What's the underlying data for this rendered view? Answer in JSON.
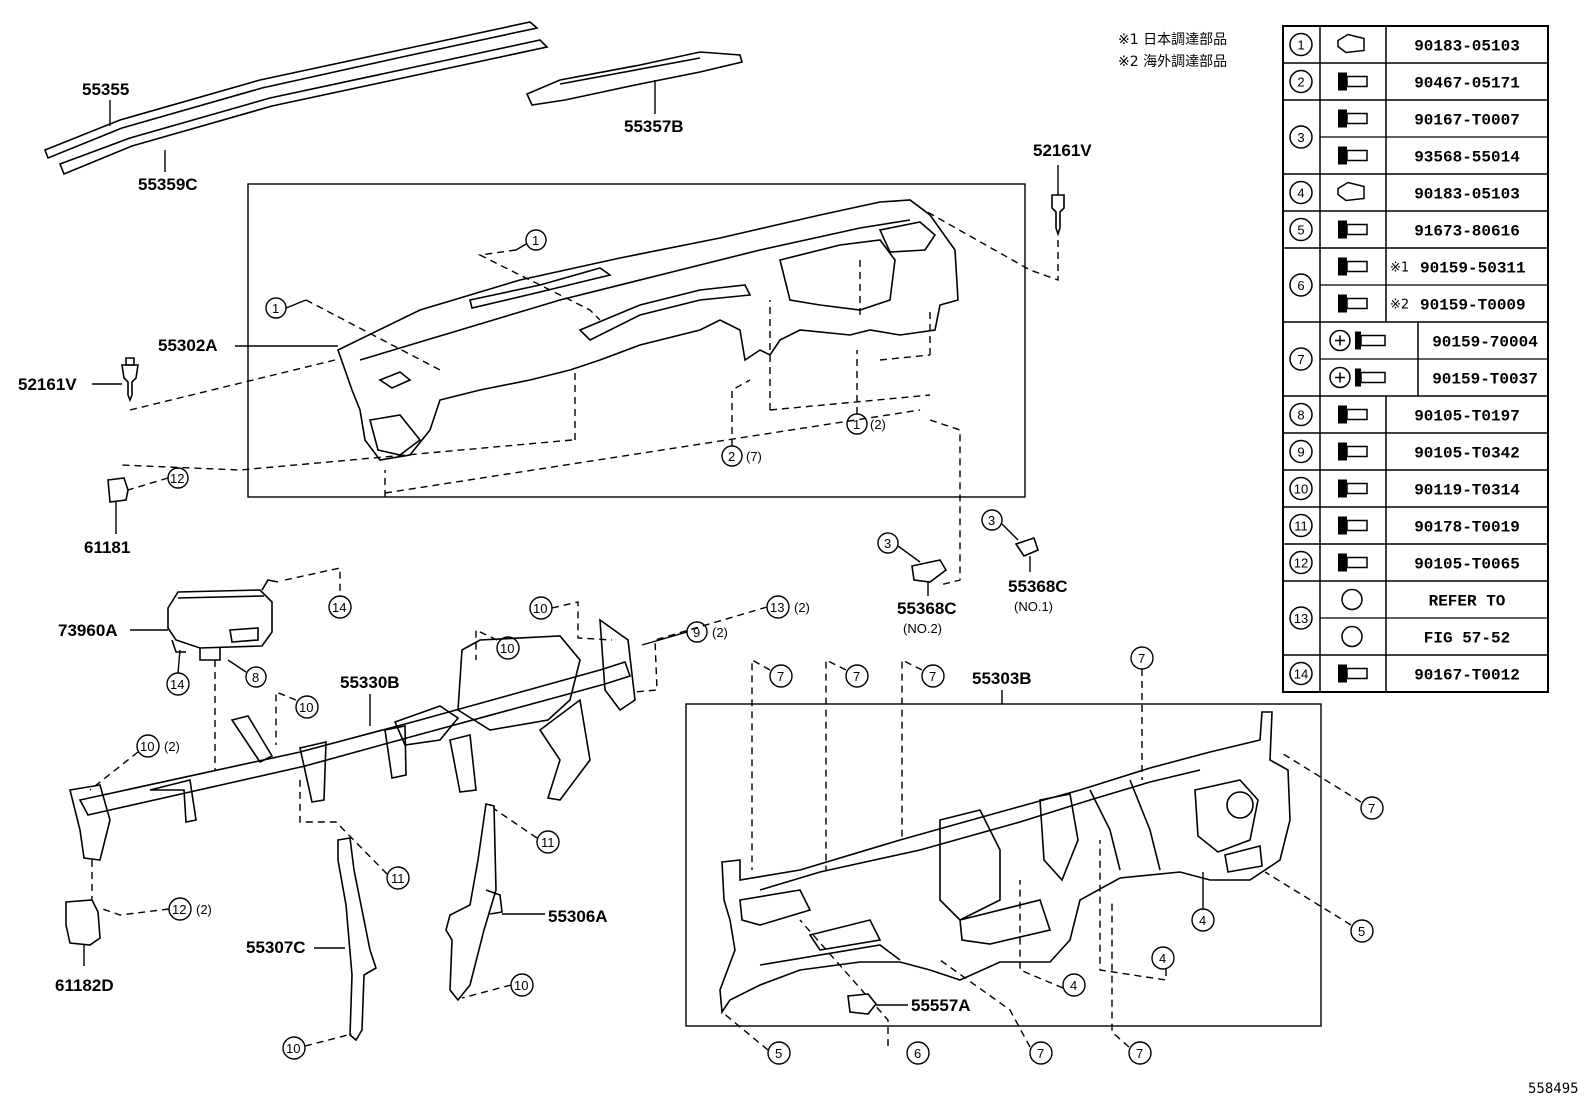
{
  "notes": {
    "note1": "※1 日本調達部品",
    "note2": "※2 海外調達部品"
  },
  "labels": {
    "p55355": "55355",
    "p55359C": "55359C",
    "p55357B": "55357B",
    "p52161V_top": "52161V",
    "p52161V_left": "52161V",
    "p55302A": "55302A",
    "p61181": "61181",
    "p73960A": "73960A",
    "p55330B": "55330B",
    "p55368C_no2": "55368C",
    "p55368C_no2_sub": "(NO.2)",
    "p55368C_no1": "55368C",
    "p55368C_no1_sub": "(NO.1)",
    "p55303B": "55303B",
    "p55306A": "55306A",
    "p55307C": "55307C",
    "p61182D": "61182D",
    "p55557A": "55557A",
    "figure_id": "558495"
  },
  "qty": {
    "q2": "(2)",
    "q7": "(7)"
  },
  "fastener_table": [
    {
      "num": "1",
      "part": "90183-05103"
    },
    {
      "num": "2",
      "part": "90467-05171"
    },
    {
      "num": "3",
      "part": "90167-T0007",
      "part2": "93568-55014"
    },
    {
      "num": "4",
      "part": "90183-05103"
    },
    {
      "num": "5",
      "part": "91673-80616"
    },
    {
      "num": "6",
      "mark1": "※1",
      "part": "90159-50311",
      "mark2": "※2",
      "part2": "90159-T0009"
    },
    {
      "num": "7",
      "part": "90159-70004",
      "part2": "90159-T0037"
    },
    {
      "num": "8",
      "part": "90105-T0197"
    },
    {
      "num": "9",
      "part": "90105-T0342"
    },
    {
      "num": "10",
      "part": "90119-T0314"
    },
    {
      "num": "11",
      "part": "90178-T0019"
    },
    {
      "num": "12",
      "part": "90105-T0065"
    },
    {
      "num": "13",
      "part": "REFER TO",
      "part2": "FIG 57-52"
    },
    {
      "num": "14",
      "part": "90167-T0012"
    }
  ]
}
